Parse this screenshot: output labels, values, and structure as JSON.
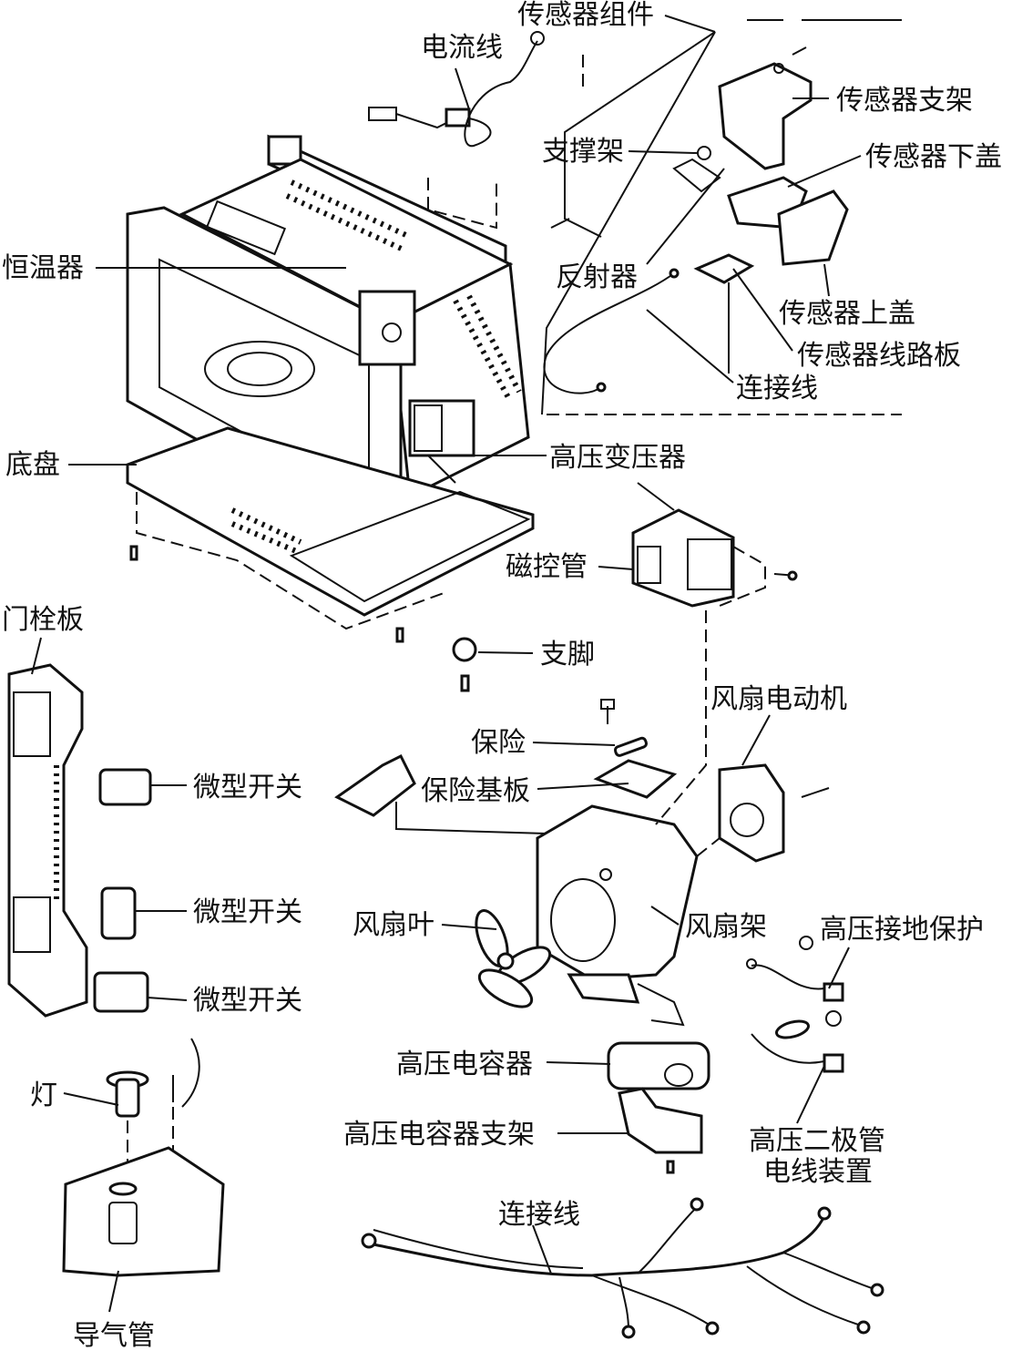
{
  "labels": {
    "sensor_assembly": "传感器组件",
    "current_wire": "电流线",
    "sensor_bracket": "传感器支架",
    "support_frame": "支撑架",
    "sensor_lower_cover": "传感器下盖",
    "thermostat": "恒温器",
    "reflector": "反射器",
    "sensor_upper_cover": "传感器上盖",
    "sensor_circuit_board": "传感器线路板",
    "connecting_wire_top": "连接线",
    "base_plate": "底盘",
    "hv_transformer": "高压变压器",
    "magnetron": "磁控管",
    "door_latch_board": "门栓板",
    "foot": "支脚",
    "fan_motor": "风扇电动机",
    "fuse": "保险",
    "fuse_base_board": "保险基板",
    "micro_switch_1": "微型开关",
    "micro_switch_2": "微型开关",
    "micro_switch_3": "微型开关",
    "fan_blade": "风扇叶",
    "fan_frame": "风扇架",
    "hv_ground_protection": "高压接地保护",
    "hv_capacitor": "高压电容器",
    "lamp": "灯",
    "hv_capacitor_bracket": "高压电容器支架",
    "hv_diode_line1": "高压二极管",
    "hv_diode_line2": "电线装置",
    "connecting_wire_bottom": "连接线",
    "air_duct": "导气管"
  }
}
